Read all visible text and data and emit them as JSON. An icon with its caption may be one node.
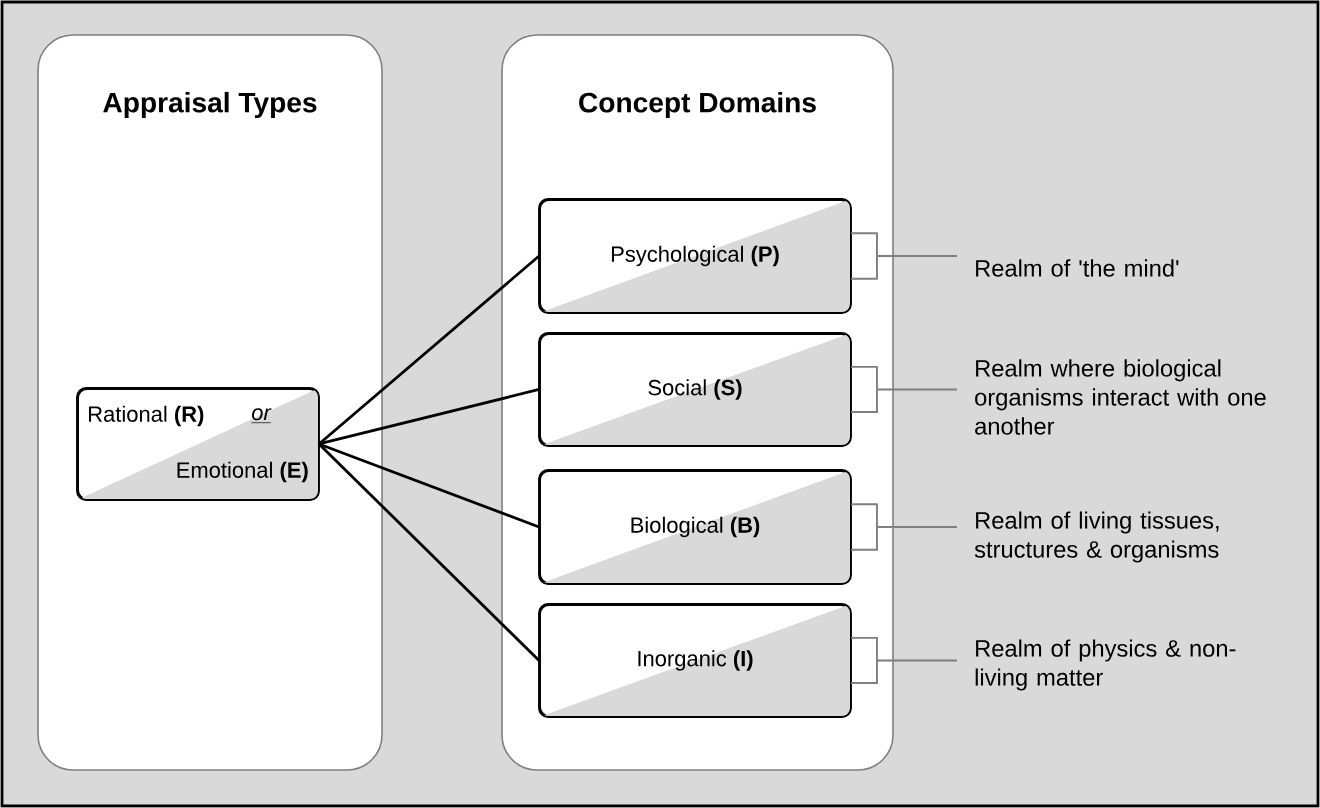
{
  "diagram": {
    "nodes": [
      {
        "text": [
          "Appraisal Types"
        ]
      },
      {
        "text": [
          "Concept Domains"
        ]
      },
      {
        "text": [
          "Rational **(R)**",
          "or",
          "Emotional **(E)**"
        ],
        "in": 0
      },
      {
        "text": [
          "Psychological  **(P)**"
        ],
        "in": 1
      },
      {
        "text": [
          "Social **(S)**"
        ],
        "in": 1
      },
      {
        "text": [
          "Biological **(B)**"
        ],
        "in": 1
      },
      {
        "text": [
          "Inorganic **(I)**"
        ],
        "in": 1
      },
      {
        "text": [
          "Realm of 'the mind'"
        ]
      },
      {
        "text": [
          "Realm where biological organisms interact with one another"
        ]
      },
      {
        "text": [
          "Realm of living tissues, structures & organisms"
        ]
      },
      {
        "text": [
          "Realm of physics & non-living matter"
        ]
      }
    ],
    "edges": [
      {
        "from": 2,
        "to": 3,
        "arrow": "none"
      },
      {
        "from": 2,
        "to": 4,
        "arrow": "none"
      },
      {
        "from": 2,
        "to": 5,
        "arrow": "none"
      },
      {
        "from": 2,
        "to": 6,
        "arrow": "none"
      },
      {
        "from": 3,
        "to": 7,
        "arrow": "none",
        "color": "#7f7f7f"
      },
      {
        "from": 4,
        "to": 8,
        "arrow": "none",
        "color": "#7f7f7f"
      },
      {
        "from": 5,
        "to": 9,
        "arrow": "none",
        "color": "#7f7f7f"
      },
      {
        "from": 6,
        "to": 10,
        "arrow": "none",
        "color": "#7f7f7f"
      }
    ]
  }
}
